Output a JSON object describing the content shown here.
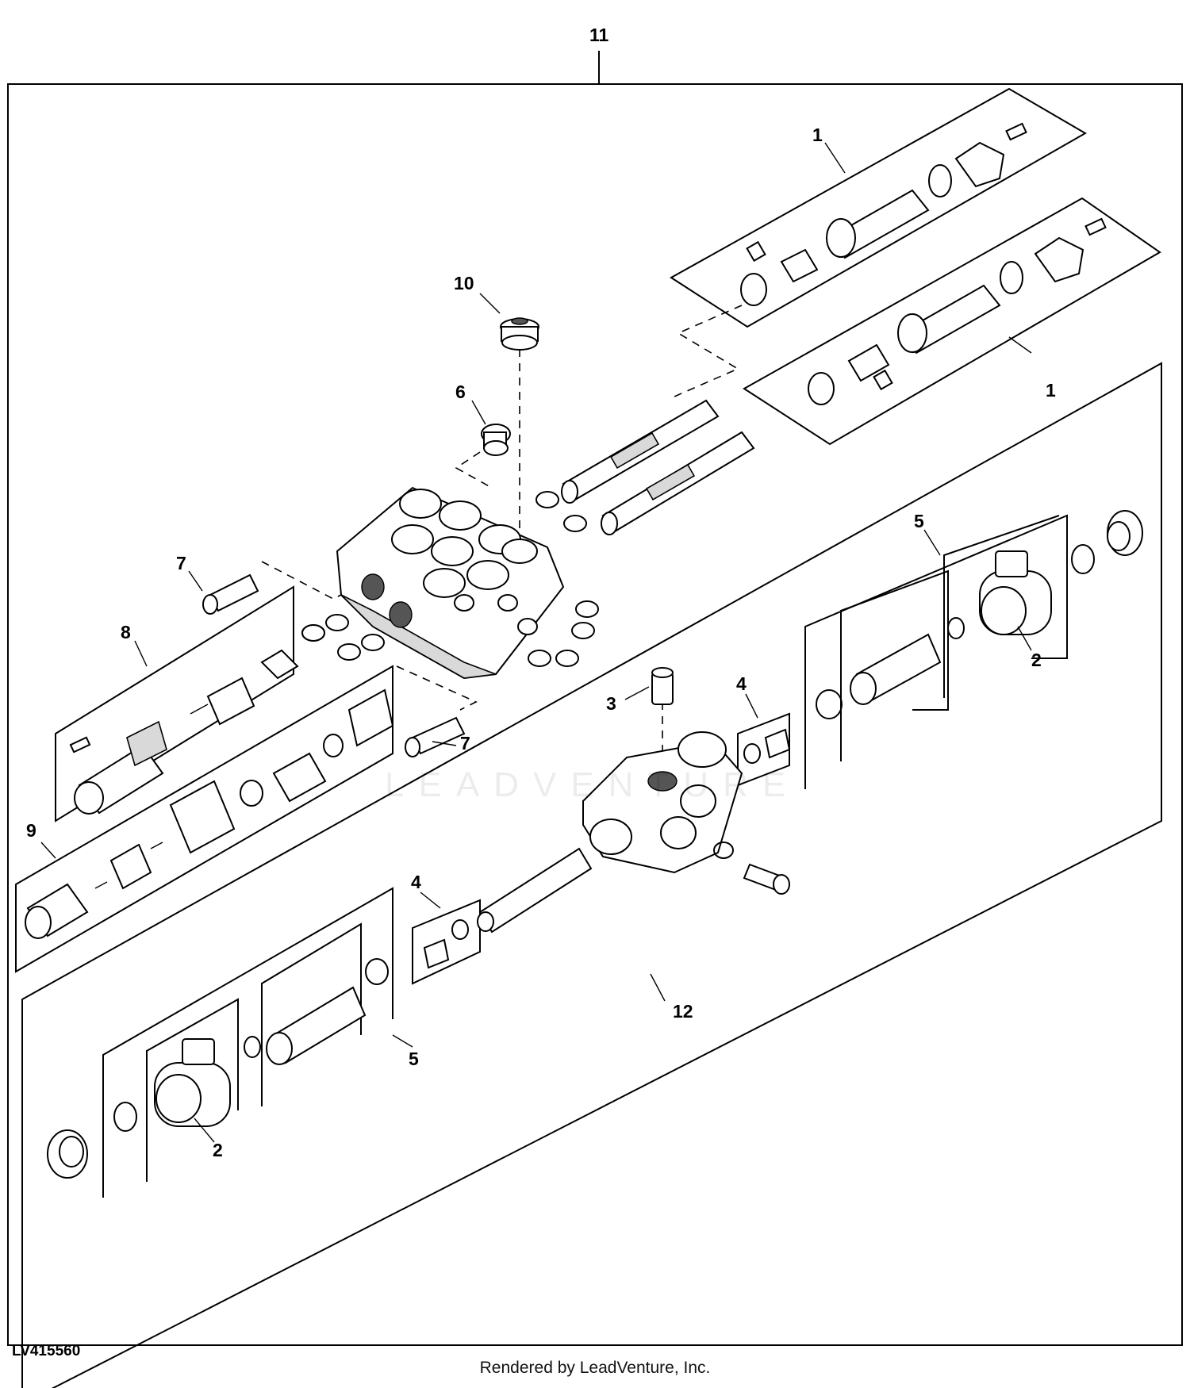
{
  "diagram": {
    "callouts": {
      "c11": "11",
      "c1a": "1",
      "c1b": "1",
      "c10": "10",
      "c6": "6",
      "c7a": "7",
      "c8": "8",
      "c5a": "5",
      "c2a": "2",
      "c3": "3",
      "c4a": "4",
      "c7b": "7",
      "c9": "9",
      "c4b": "4",
      "c12": "12",
      "c5b": "5",
      "c2b": "2"
    },
    "reference_id": "LV415560",
    "watermark": "LEADVENTURE",
    "credit": "Rendered by LeadVenture, Inc."
  }
}
